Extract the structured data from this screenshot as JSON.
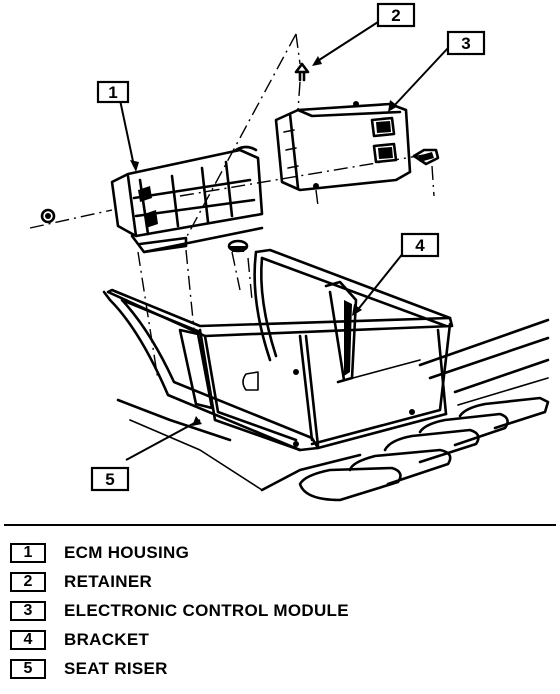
{
  "callouts": [
    "1",
    "2",
    "3",
    "4",
    "5"
  ],
  "legend": [
    {
      "number": "1",
      "label": "ECM HOUSING"
    },
    {
      "number": "2",
      "label": "RETAINER"
    },
    {
      "number": "3",
      "label": "ELECTRONIC CONTROL MODULE"
    },
    {
      "number": "4",
      "label": "BRACKET"
    },
    {
      "number": "5",
      "label": "SEAT RISER"
    }
  ]
}
